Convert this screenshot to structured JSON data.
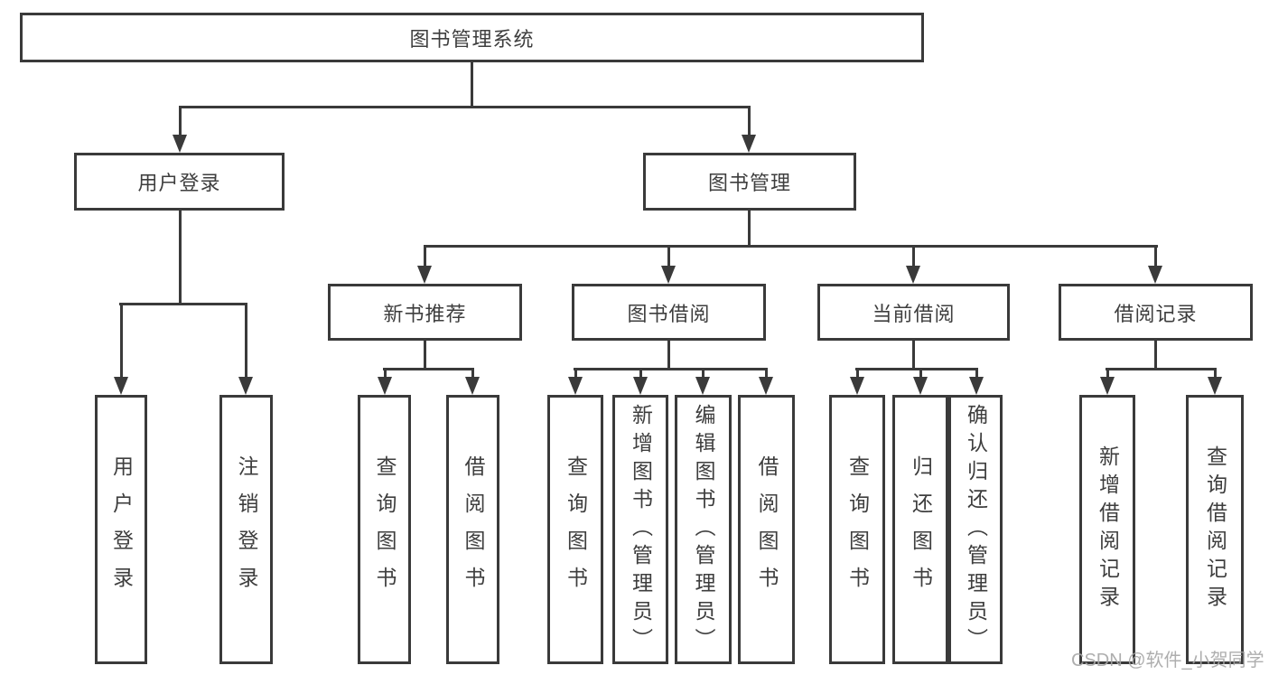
{
  "diagram": {
    "title": "图书管理系统",
    "level2": [
      {
        "label": "用户登录"
      },
      {
        "label": "图书管理"
      }
    ],
    "level3": [
      {
        "label": "新书推荐",
        "parent": "图书管理"
      },
      {
        "label": "图书借阅",
        "parent": "图书管理"
      },
      {
        "label": "当前借阅",
        "parent": "图书管理"
      },
      {
        "label": "借阅记录",
        "parent": "图书管理"
      }
    ],
    "leaves": [
      {
        "label": "用户登录",
        "parent": "用户登录"
      },
      {
        "label": "注销登录",
        "parent": "用户登录"
      },
      {
        "label": "查询图书",
        "parent": "新书推荐"
      },
      {
        "label": "借阅图书",
        "parent": "新书推荐"
      },
      {
        "label": "查询图书",
        "parent": "图书借阅"
      },
      {
        "label": "新增图书（管理员）",
        "parent": "图书借阅"
      },
      {
        "label": "编辑图书（管理员）",
        "parent": "图书借阅"
      },
      {
        "label": "借阅图书",
        "parent": "图书借阅"
      },
      {
        "label": "查询图书",
        "parent": "当前借阅"
      },
      {
        "label": "归还图书",
        "parent": "当前借阅"
      },
      {
        "label": "确认归还（管理员）",
        "parent": "当前借阅"
      },
      {
        "label": "新增借阅记录",
        "parent": "借阅记录"
      },
      {
        "label": "查询借阅记录",
        "parent": "借阅记录"
      }
    ]
  },
  "watermark": {
    "text": "CSDN @软件_小贺同学"
  },
  "colors": {
    "line": "#3a3a3a",
    "text": "#3e3e3e",
    "watermark": "#a6a6a6",
    "background": "#ffffff"
  }
}
